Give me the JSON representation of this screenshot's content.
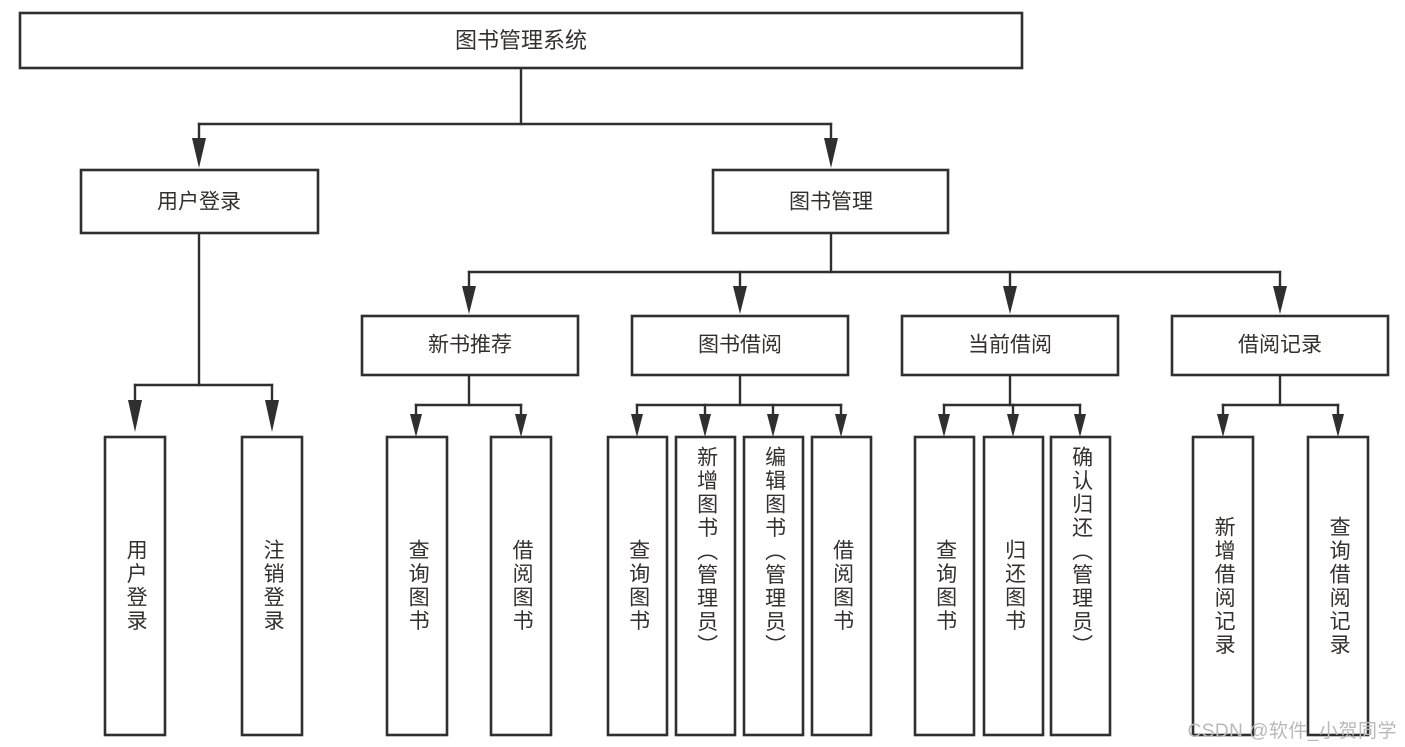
{
  "diagram": {
    "type": "hierarchy-tree",
    "title_node": {
      "id": "root",
      "label": "图书管理系统"
    },
    "level2": [
      {
        "id": "user-login",
        "label": "用户登录"
      },
      {
        "id": "book-manage",
        "label": "图书管理"
      }
    ],
    "level3": [
      {
        "id": "new-book-recommend",
        "label": "新书推荐",
        "parent": "book-manage"
      },
      {
        "id": "book-borrow",
        "label": "图书借阅",
        "parent": "book-manage"
      },
      {
        "id": "current-borrow",
        "label": "当前借阅",
        "parent": "book-manage"
      },
      {
        "id": "borrow-record",
        "label": "借阅记录",
        "parent": "book-manage"
      }
    ],
    "leaves": [
      {
        "id": "leaf-user-login",
        "label": "用户登录",
        "parent": "user-login"
      },
      {
        "id": "leaf-user-logout",
        "label": "注销登录",
        "parent": "user-login"
      },
      {
        "id": "leaf-query-book-1",
        "label": "查询图书",
        "parent": "new-book-recommend"
      },
      {
        "id": "leaf-borrow-book-1",
        "label": "借阅图书",
        "parent": "new-book-recommend"
      },
      {
        "id": "leaf-query-book-2",
        "label": "查询图书",
        "parent": "book-borrow"
      },
      {
        "id": "leaf-add-book",
        "label": "新增图书（管理员）",
        "parent": "book-borrow"
      },
      {
        "id": "leaf-edit-book",
        "label": "编辑图书（管理员）",
        "parent": "book-borrow"
      },
      {
        "id": "leaf-borrow-book-2",
        "label": "借阅图书",
        "parent": "book-borrow"
      },
      {
        "id": "leaf-query-book-3",
        "label": "查询图书",
        "parent": "current-borrow"
      },
      {
        "id": "leaf-return-book",
        "label": "归还图书",
        "parent": "current-borrow"
      },
      {
        "id": "leaf-confirm-return",
        "label": "确认归还（管理员）",
        "parent": "current-borrow"
      },
      {
        "id": "leaf-add-record",
        "label": "新增借阅记录",
        "parent": "borrow-record"
      },
      {
        "id": "leaf-query-record",
        "label": "查询借阅记录",
        "parent": "borrow-record"
      }
    ],
    "watermark": "CSDN @软件_小贺同学",
    "colors": {
      "stroke": "#2f2f2f",
      "box_fill": "#ffffff",
      "text": "#33302f",
      "background": "#ffffff",
      "watermark": "#b9b9b9"
    }
  }
}
